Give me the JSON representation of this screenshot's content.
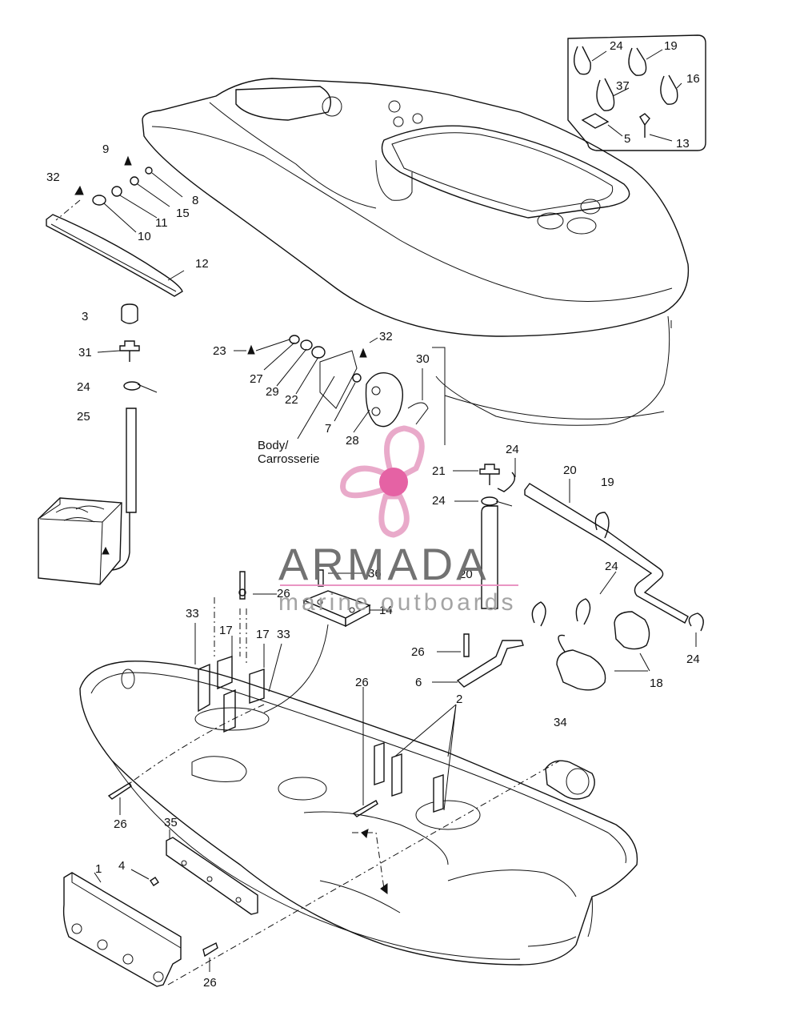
{
  "callouts": {
    "c24a": "24",
    "c19a": "19",
    "c37": "37",
    "c16": "16",
    "c5": "5",
    "c13": "13",
    "c9": "9",
    "c32a": "32",
    "c8": "8",
    "c15": "15",
    "c11": "11",
    "c10": "10",
    "c12": "12",
    "c3": "3",
    "c31": "31",
    "c24b": "24",
    "c25": "25",
    "c23": "23",
    "c27": "27",
    "c29": "29",
    "c22": "22",
    "c7": "7",
    "c28": "28",
    "c32b": "32",
    "c30": "30",
    "c21": "21",
    "c24c": "24",
    "c24d": "24",
    "c20a": "20",
    "c19b": "19",
    "c20b": "20",
    "c36": "36",
    "c26a": "26",
    "c14": "14",
    "c33a": "33",
    "c17a": "17",
    "c17b": "17",
    "c33b": "33",
    "c24e": "24",
    "c24f": "24",
    "c18": "18",
    "c26b": "26",
    "c6": "6",
    "c26c": "26",
    "c2": "2",
    "c34": "34",
    "c26d": "26",
    "c35": "35",
    "c4": "4",
    "c1": "1",
    "c26e": "26"
  },
  "body_label_line1": "Body/",
  "body_label_line2": "Carrosserie",
  "watermark": {
    "title": "ARMADA",
    "subtitle": "marine outboards",
    "logo_color": "#e8a6c8",
    "logo_center_color": "#e45aa0",
    "rule_color": "#e890c0"
  }
}
